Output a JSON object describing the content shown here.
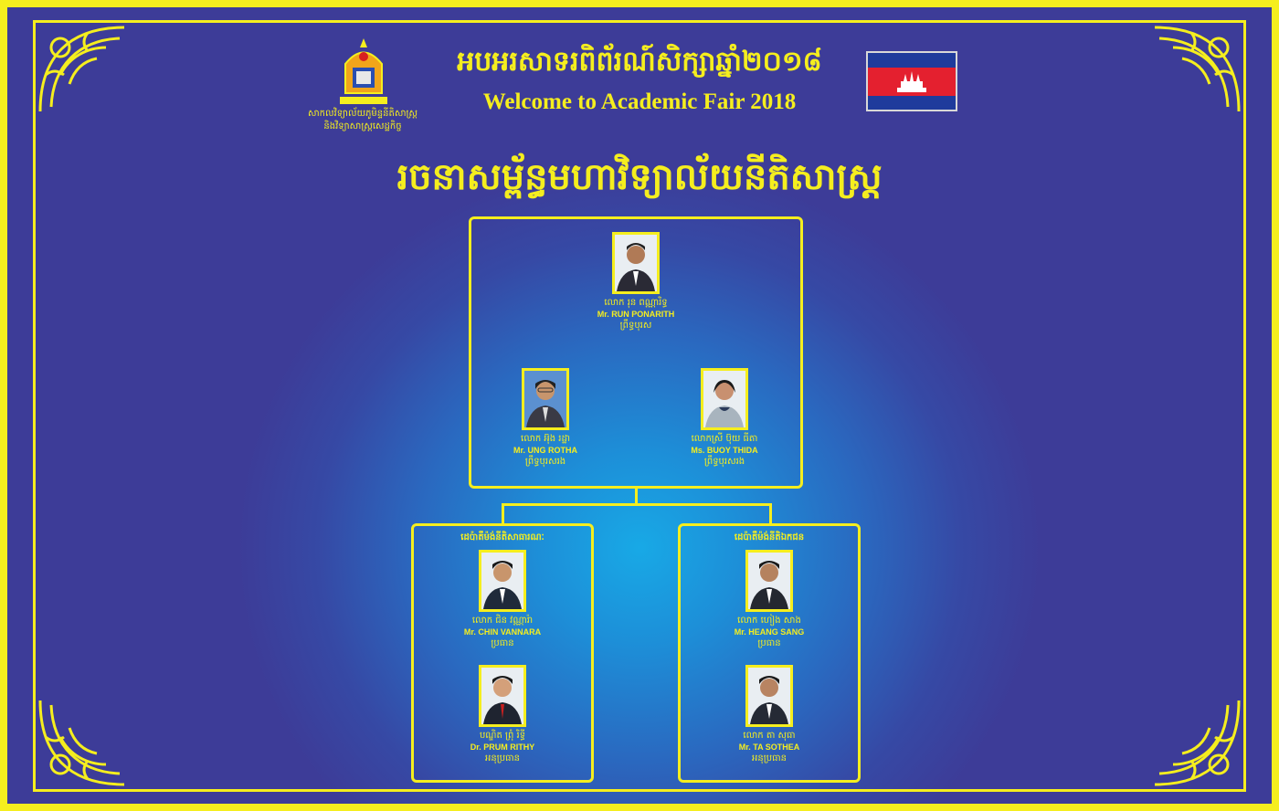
{
  "header": {
    "title_kh": "អបអរសាទរពិព័រណ៍សិក្សាឆ្នាំ២០១៨",
    "title_en": "Welcome to Academic Fair 2018",
    "logo_caption_line1": "សាកលវិទ្យាល័យភូមិន្ទនីតិសាស្ត្រ",
    "logo_caption_line2": "និងវិទ្យាសាស្ត្រសេដ្ឋកិច្ច"
  },
  "heading_kh": "រចនាសម្ព័ន្ធមហាវិទ្យាល័យនីតិសាស្ត្រ",
  "leadership": {
    "dean": {
      "name_kh": "លោក រុន ពណ្ណារិទ្ធ",
      "name_en": "Mr. RUN PONARITH",
      "role_kh": "ព្រឹទ្ធបុរស"
    },
    "vice_deans": [
      {
        "name_kh": "លោក អ៊ុង រដ្ឋា",
        "name_en": "Mr. UNG ROTHA",
        "role_kh": "ព្រឹទ្ធបុរសរង"
      },
      {
        "name_kh": "លោកស្រី ប៊ុយ ធីតា",
        "name_en": "Ms. BUOY THIDA",
        "role_kh": "ព្រឹទ្ធបុរសរង"
      }
    ]
  },
  "departments": [
    {
      "title_kh": "ដេប៉ាតឺម៉ង់នីតិសាធារណៈ",
      "members": [
        {
          "name_kh": "លោក ជិន វណ្ណារ៉ា",
          "name_en": "Mr. CHIN VANNARA",
          "role_kh": "ប្រធាន"
        },
        {
          "name_kh": "បណ្ឌិត ព្រុំ រិទ្ធី",
          "name_en": "Dr. PRUM RITHY",
          "role_kh": "អនុប្រធាន"
        }
      ]
    },
    {
      "title_kh": "ដេប៉ាតឺម៉ង់នីតិឯកជន",
      "members": [
        {
          "name_kh": "លោក ហៀង សាង",
          "name_en": "Mr. HEANG SANG",
          "role_kh": "ប្រធាន"
        },
        {
          "name_kh": "លោក តា សុធា",
          "name_en": "Mr. TA SOTHEA",
          "role_kh": "អនុប្រធាន"
        }
      ]
    }
  ],
  "colors": {
    "background": "#3d3c98",
    "accent_yellow": "#f5ee1e",
    "glow_center": "#18a9e6",
    "flag_blue": "#1f3b9c",
    "flag_red": "#e4202f"
  },
  "icons": [
    "university-logo-icon",
    "cambodia-flag-icon",
    "person-portrait-icon",
    "ornament-corner-icon"
  ]
}
